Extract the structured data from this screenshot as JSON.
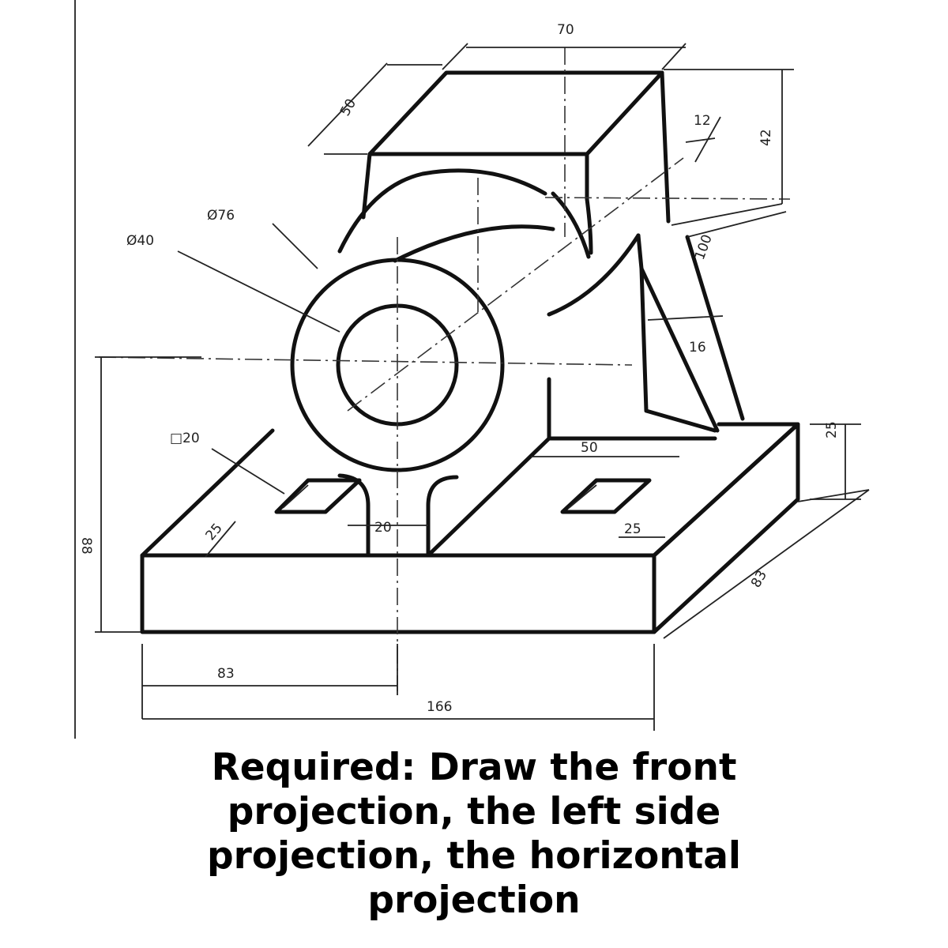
{
  "dimensions": {
    "top_length": "70",
    "block_depth": "50",
    "rib_thickness": "12",
    "block_height": "42",
    "outer_diameter": "Ø76",
    "inner_diameter": "Ø40",
    "rib_length": "100",
    "rib_width": "16",
    "square_hole": "□20",
    "slot_width": "20",
    "hole_offset_left": "25",
    "hole_offset_right": "25",
    "hole_spacing": "50",
    "base_height": "25",
    "base_depth": "83",
    "overall_height": "88",
    "half_length": "83",
    "overall_length": "166"
  },
  "caption": {
    "line1": "Required: Draw the front",
    "line2": "projection, the left side",
    "line3": "projection, the horizontal",
    "line4": "projection"
  }
}
